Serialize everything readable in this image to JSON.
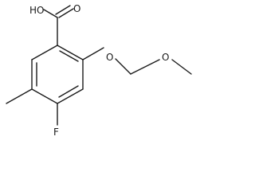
{
  "molecule": {
    "labels": {
      "hydroxyl": "HO",
      "carbonyl_oxygen": "O",
      "ether_oxygen": "O",
      "methoxy_oxygen": "O",
      "fluorine": "F"
    }
  }
}
